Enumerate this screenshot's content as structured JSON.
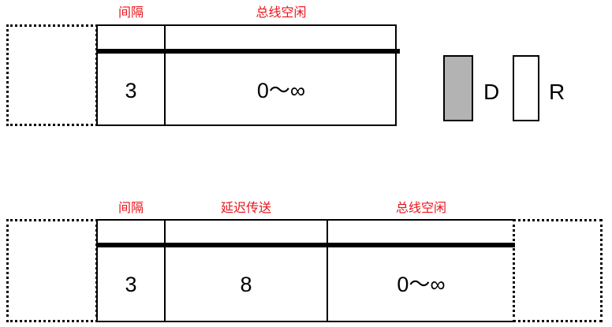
{
  "colors": {
    "label": "#e8141b",
    "line": "#000000",
    "defer_fill": "#b3b3b3",
    "receive_fill": "#ffffff"
  },
  "top_timeline": {
    "labels": {
      "gap": "间隔",
      "idle": "总线空闲"
    },
    "values": {
      "gap": "3",
      "idle": "0～∞"
    }
  },
  "bottom_timeline": {
    "labels": {
      "gap": "间隔",
      "delay": "延迟传送",
      "idle": "总线空闲"
    },
    "values": {
      "gap": "3",
      "delay": "8",
      "idle": "0～∞"
    }
  },
  "legend": {
    "items": [
      {
        "label": "D",
        "fill": "#b3b3b3"
      },
      {
        "label": "R",
        "fill": "#ffffff"
      }
    ]
  }
}
